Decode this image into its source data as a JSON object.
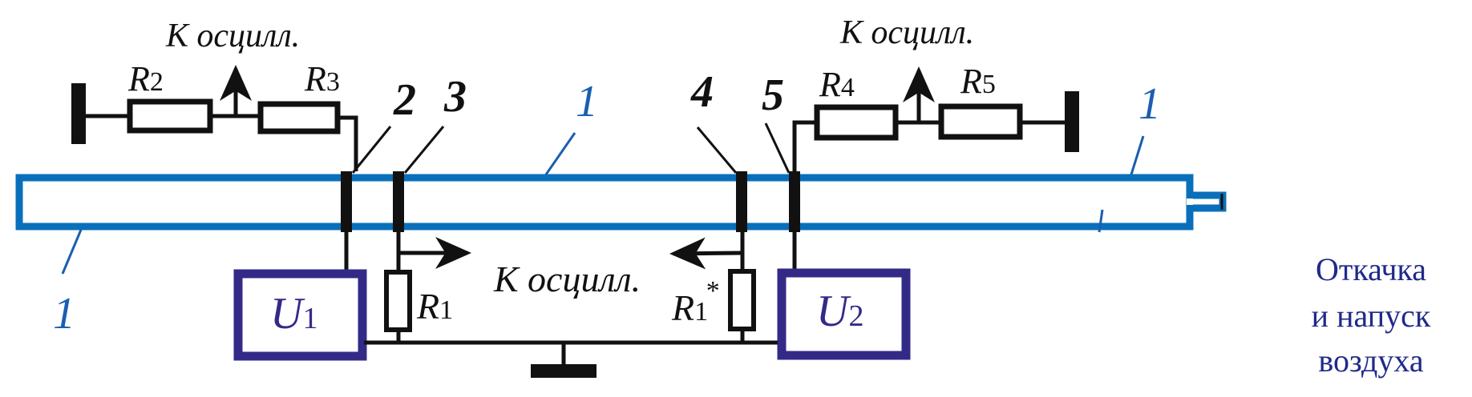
{
  "diagram": {
    "tube_label": "1",
    "electrode_labels": [
      "2",
      "3",
      "4",
      "5"
    ],
    "oscill_label": "К осцилл.",
    "resistors": {
      "R1": {
        "main": "R",
        "sub": "1"
      },
      "R1_star": {
        "main": "R",
        "sub": "1",
        "sup": "*"
      },
      "R2": {
        "main": "R",
        "sub": "2"
      },
      "R3": {
        "main": "R",
        "sub": "3"
      },
      "R4": {
        "main": "R",
        "sub": "4"
      },
      "R5": {
        "main": "R",
        "sub": "5"
      }
    },
    "sources": {
      "U1": {
        "main": "U",
        "sub": "1"
      },
      "U2": {
        "main": "U",
        "sub": "2"
      }
    },
    "side_note": [
      "Откачка",
      "и напуск",
      "воздуха"
    ],
    "colors": {
      "tube": "#0a6fba",
      "source_box": "#332a88",
      "wire": "#111111",
      "side_text": "#1f2a8a"
    }
  }
}
